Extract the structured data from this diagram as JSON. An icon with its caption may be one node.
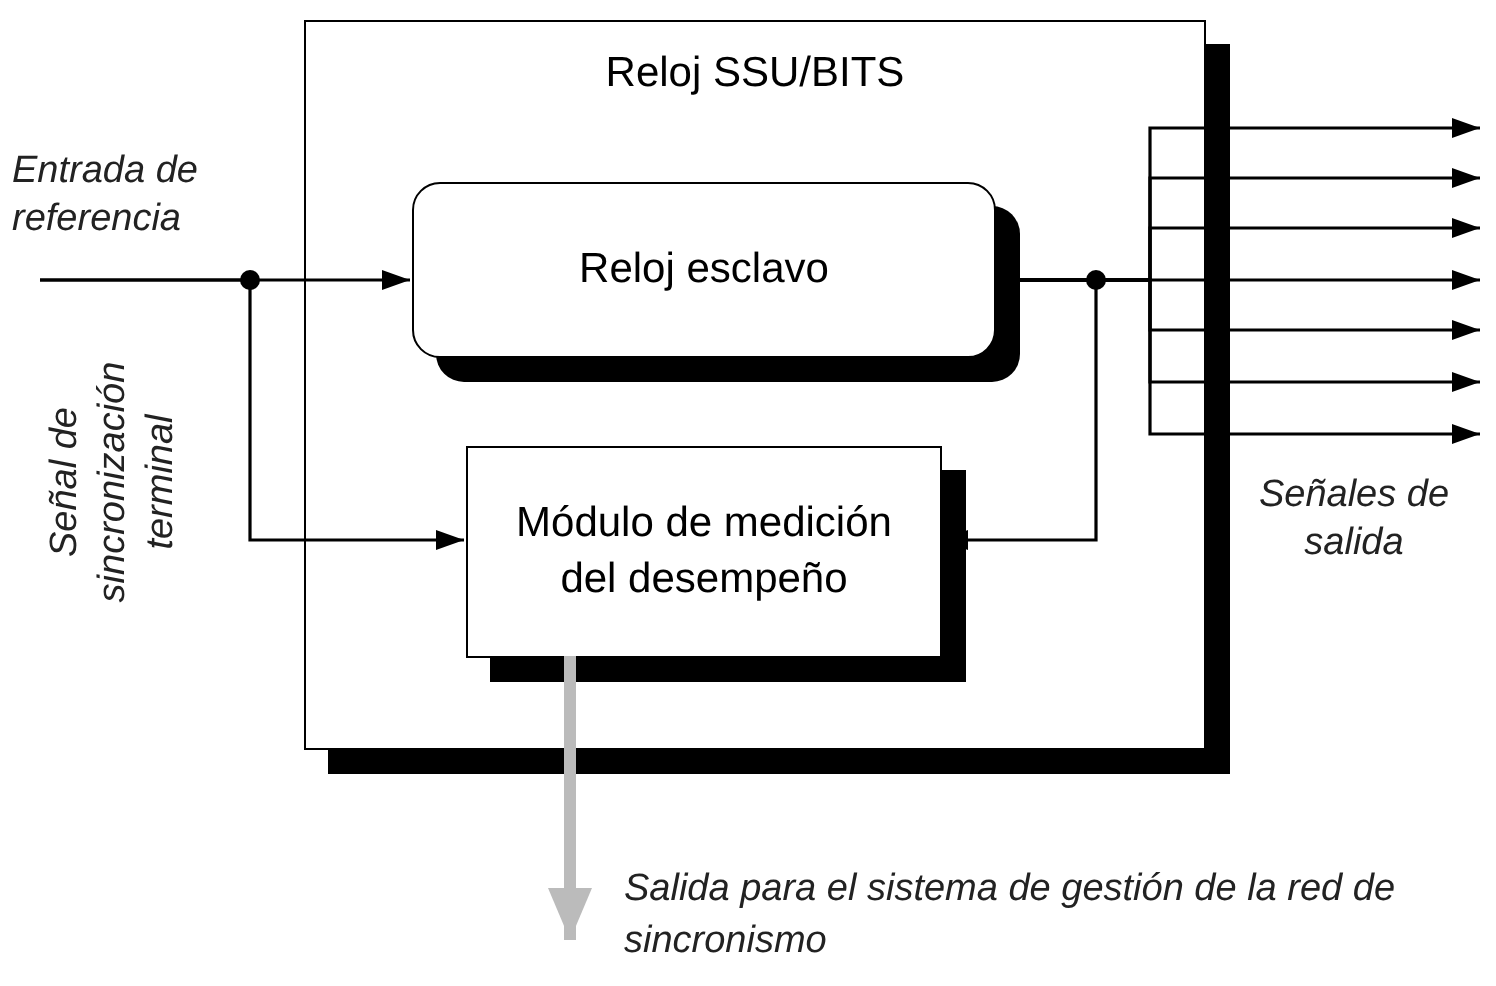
{
  "diagram": {
    "nodes": [
      {
        "text": [
          "Reloj SSU/BITS"
        ]
      },
      {
        "text": [
          "Reloj esclavo"
        ],
        "in": 0
      },
      {
        "text": [
          "Módulo de medición del desempeño"
        ],
        "in": 0
      },
      {
        "text": [
          "Entrada de referencia"
        ]
      },
      {
        "text": [
          "Salida para el sistema de gestión de la red de sincronismo"
        ]
      }
    ],
    "edges": [
      {
        "from": 3,
        "to": 1,
        "arrow": "to"
      },
      {
        "from": 3,
        "to": 2,
        "arrow": "to"
      },
      {
        "from": 1,
        "to": 2,
        "arrow": "to"
      },
      {
        "from": 1,
        "to": null,
        "arrow": "to"
      },
      {
        "from": 1,
        "to": null,
        "arrow": "to"
      },
      {
        "from": 1,
        "to": null,
        "arrow": "to"
      },
      {
        "from": 1,
        "to": null,
        "arrow": "to"
      },
      {
        "from": 1,
        "to": null,
        "arrow": "to"
      },
      {
        "from": 1,
        "to": null,
        "arrow": "to"
      },
      {
        "from": 1,
        "to": null,
        "arrow": "to"
      },
      {
        "from": 2,
        "to": 4,
        "arrow": "to",
        "style": "thick",
        "color": "#bbbbbb"
      }
    ],
    "labels": [
      "Señal de sincronización terminal",
      "Señales de salida"
    ]
  }
}
